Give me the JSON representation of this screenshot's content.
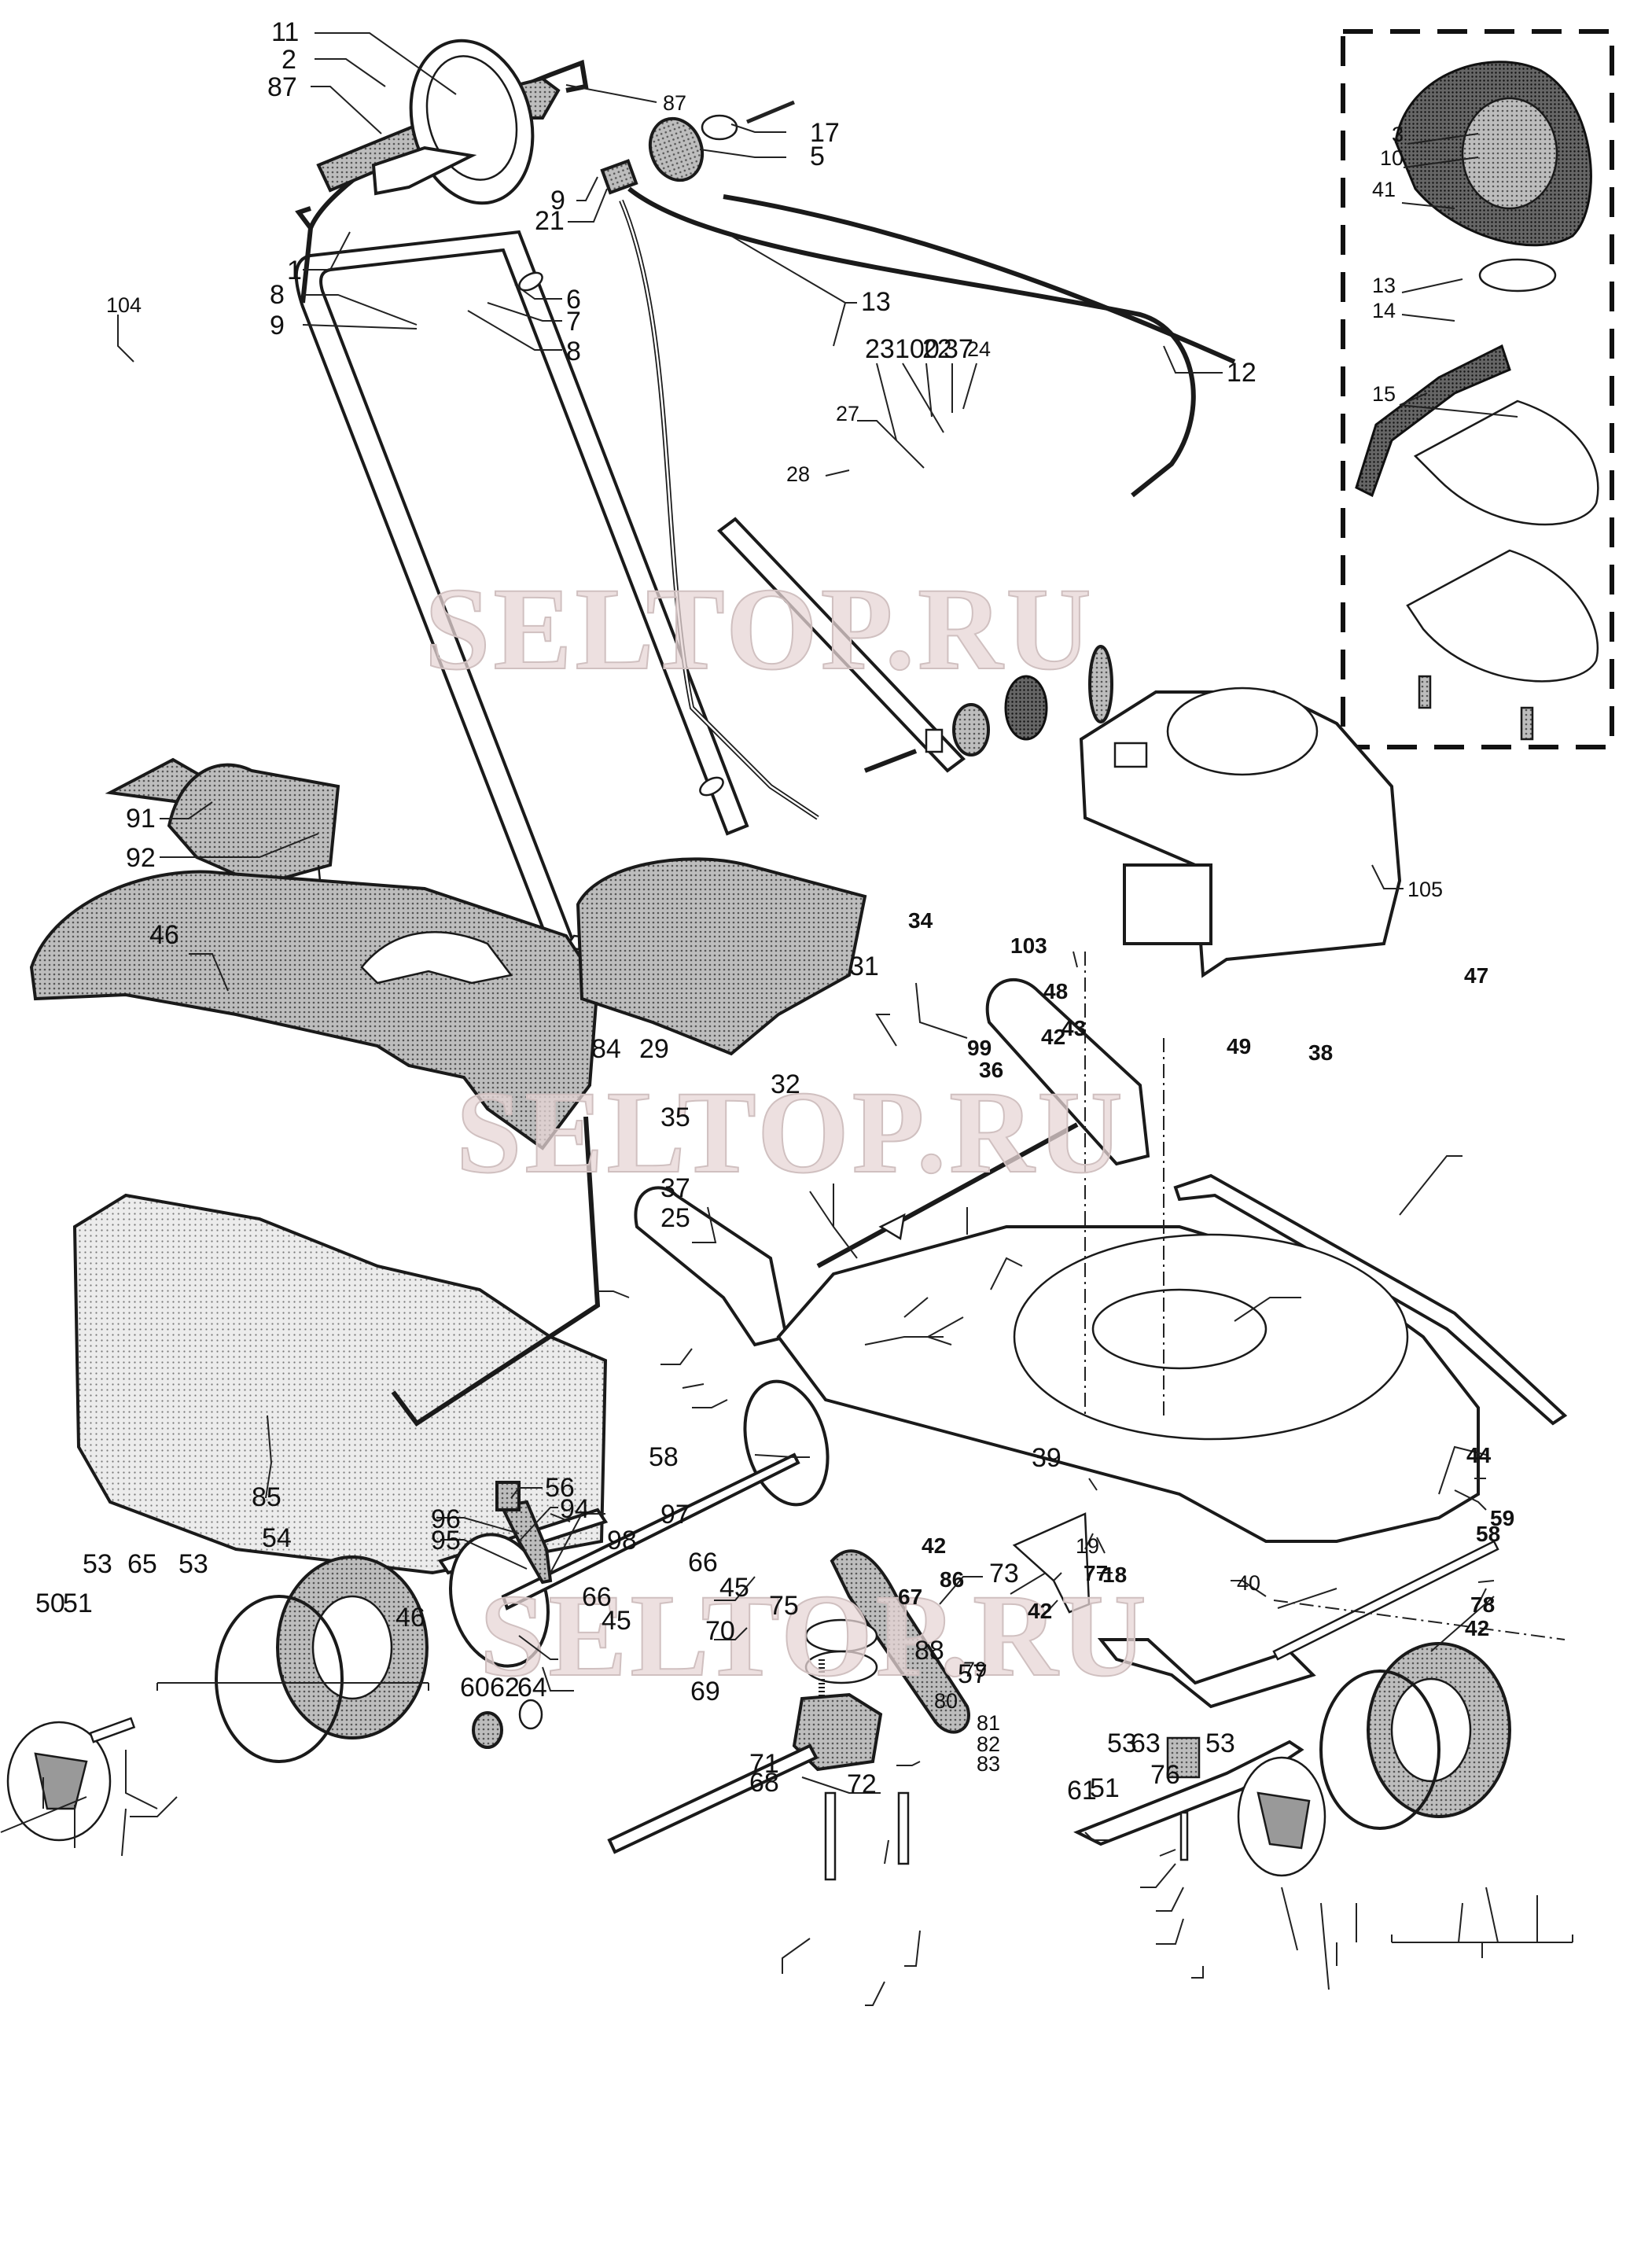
{
  "diagram": {
    "type": "exploded-parts-diagram",
    "subject": "lawn mower",
    "watermark": "SELTOP.RU",
    "inset_box": {
      "description": "dashed-border detail inset",
      "labels": [
        "3",
        "10",
        "41",
        "13",
        "14",
        "15"
      ]
    },
    "labels": [
      {
        "id": "l11",
        "text": "11"
      },
      {
        "id": "l2",
        "text": "2"
      },
      {
        "id": "l87a",
        "text": "87"
      },
      {
        "id": "l87b",
        "text": "87"
      },
      {
        "id": "l17",
        "text": "17"
      },
      {
        "id": "l5",
        "text": "5"
      },
      {
        "id": "l9a",
        "text": "9"
      },
      {
        "id": "l21",
        "text": "21"
      },
      {
        "id": "l1",
        "text": "1"
      },
      {
        "id": "l8a",
        "text": "8"
      },
      {
        "id": "l6",
        "text": "6"
      },
      {
        "id": "l7",
        "text": "7"
      },
      {
        "id": "l9b",
        "text": "9"
      },
      {
        "id": "l8b",
        "text": "8"
      },
      {
        "id": "l104",
        "text": "104"
      },
      {
        "id": "l13a",
        "text": "13"
      },
      {
        "id": "l23",
        "text": "23"
      },
      {
        "id": "l100",
        "text": "100"
      },
      {
        "id": "l22",
        "text": "22"
      },
      {
        "id": "l37a",
        "text": "37"
      },
      {
        "id": "l24",
        "text": "24"
      },
      {
        "id": "l12",
        "text": "12"
      },
      {
        "id": "l27",
        "text": "27"
      },
      {
        "id": "l28",
        "text": "28"
      },
      {
        "id": "l91",
        "text": "91"
      },
      {
        "id": "l92",
        "text": "92"
      },
      {
        "id": "l105",
        "text": "105"
      },
      {
        "id": "l34",
        "text": "34"
      },
      {
        "id": "l46a",
        "text": "46"
      },
      {
        "id": "l103",
        "text": "103"
      },
      {
        "id": "l47",
        "text": "47"
      },
      {
        "id": "l48",
        "text": "48"
      },
      {
        "id": "l29",
        "text": "29"
      },
      {
        "id": "l31",
        "text": "31"
      },
      {
        "id": "l32",
        "text": "32"
      },
      {
        "id": "l43",
        "text": "43"
      },
      {
        "id": "l42a",
        "text": "42"
      },
      {
        "id": "l99",
        "text": "99"
      },
      {
        "id": "l49",
        "text": "49"
      },
      {
        "id": "l38",
        "text": "38"
      },
      {
        "id": "l36",
        "text": "36"
      },
      {
        "id": "l84",
        "text": "84"
      },
      {
        "id": "l35",
        "text": "35"
      },
      {
        "id": "l37b",
        "text": "37"
      },
      {
        "id": "l25",
        "text": "25"
      },
      {
        "id": "l44",
        "text": "44"
      },
      {
        "id": "l39",
        "text": "39"
      },
      {
        "id": "l58a",
        "text": "58"
      },
      {
        "id": "l85",
        "text": "85"
      },
      {
        "id": "l56",
        "text": "56"
      },
      {
        "id": "l94",
        "text": "94"
      },
      {
        "id": "l96",
        "text": "96"
      },
      {
        "id": "l97",
        "text": "97"
      },
      {
        "id": "l95",
        "text": "95"
      },
      {
        "id": "l98",
        "text": "98"
      },
      {
        "id": "l54",
        "text": "54"
      },
      {
        "id": "l53a",
        "text": "53"
      },
      {
        "id": "l65",
        "text": "65"
      },
      {
        "id": "l53b",
        "text": "53"
      },
      {
        "id": "l59",
        "text": "59"
      },
      {
        "id": "l58b",
        "text": "58"
      },
      {
        "id": "l19",
        "text": "19"
      },
      {
        "id": "l42b",
        "text": "42"
      },
      {
        "id": "l18",
        "text": "18"
      },
      {
        "id": "l86",
        "text": "86"
      },
      {
        "id": "l66a",
        "text": "66"
      },
      {
        "id": "l45a",
        "text": "45"
      },
      {
        "id": "l73",
        "text": "73"
      },
      {
        "id": "l67",
        "text": "67"
      },
      {
        "id": "l77",
        "text": "77"
      },
      {
        "id": "l40",
        "text": "40"
      },
      {
        "id": "l78",
        "text": "78"
      },
      {
        "id": "l42c",
        "text": "42"
      },
      {
        "id": "l42d",
        "text": "42"
      },
      {
        "id": "l46b",
        "text": "46"
      },
      {
        "id": "l66b",
        "text": "66"
      },
      {
        "id": "l45b",
        "text": "45"
      },
      {
        "id": "l50",
        "text": "50"
      },
      {
        "id": "l51a",
        "text": "51"
      },
      {
        "id": "l75",
        "text": "75"
      },
      {
        "id": "l70",
        "text": "70"
      },
      {
        "id": "l88",
        "text": "88"
      },
      {
        "id": "l57",
        "text": "57"
      },
      {
        "id": "l60",
        "text": "60"
      },
      {
        "id": "l62",
        "text": "62"
      },
      {
        "id": "l64",
        "text": "64"
      },
      {
        "id": "l79",
        "text": "79"
      },
      {
        "id": "l69",
        "text": "69"
      },
      {
        "id": "l80",
        "text": "80"
      },
      {
        "id": "l81",
        "text": "81"
      },
      {
        "id": "l82",
        "text": "82"
      },
      {
        "id": "l83",
        "text": "83"
      },
      {
        "id": "l71",
        "text": "71"
      },
      {
        "id": "l72",
        "text": "72"
      },
      {
        "id": "l68",
        "text": "68"
      },
      {
        "id": "l53c",
        "text": "53"
      },
      {
        "id": "l63",
        "text": "63"
      },
      {
        "id": "l53d",
        "text": "53"
      },
      {
        "id": "l76",
        "text": "76"
      },
      {
        "id": "l61",
        "text": "61"
      },
      {
        "id": "l51b",
        "text": "51"
      }
    ],
    "inset": {
      "l3": "3",
      "l10": "10",
      "l41": "41",
      "l13": "13",
      "l14": "14",
      "l15": "15"
    }
  }
}
